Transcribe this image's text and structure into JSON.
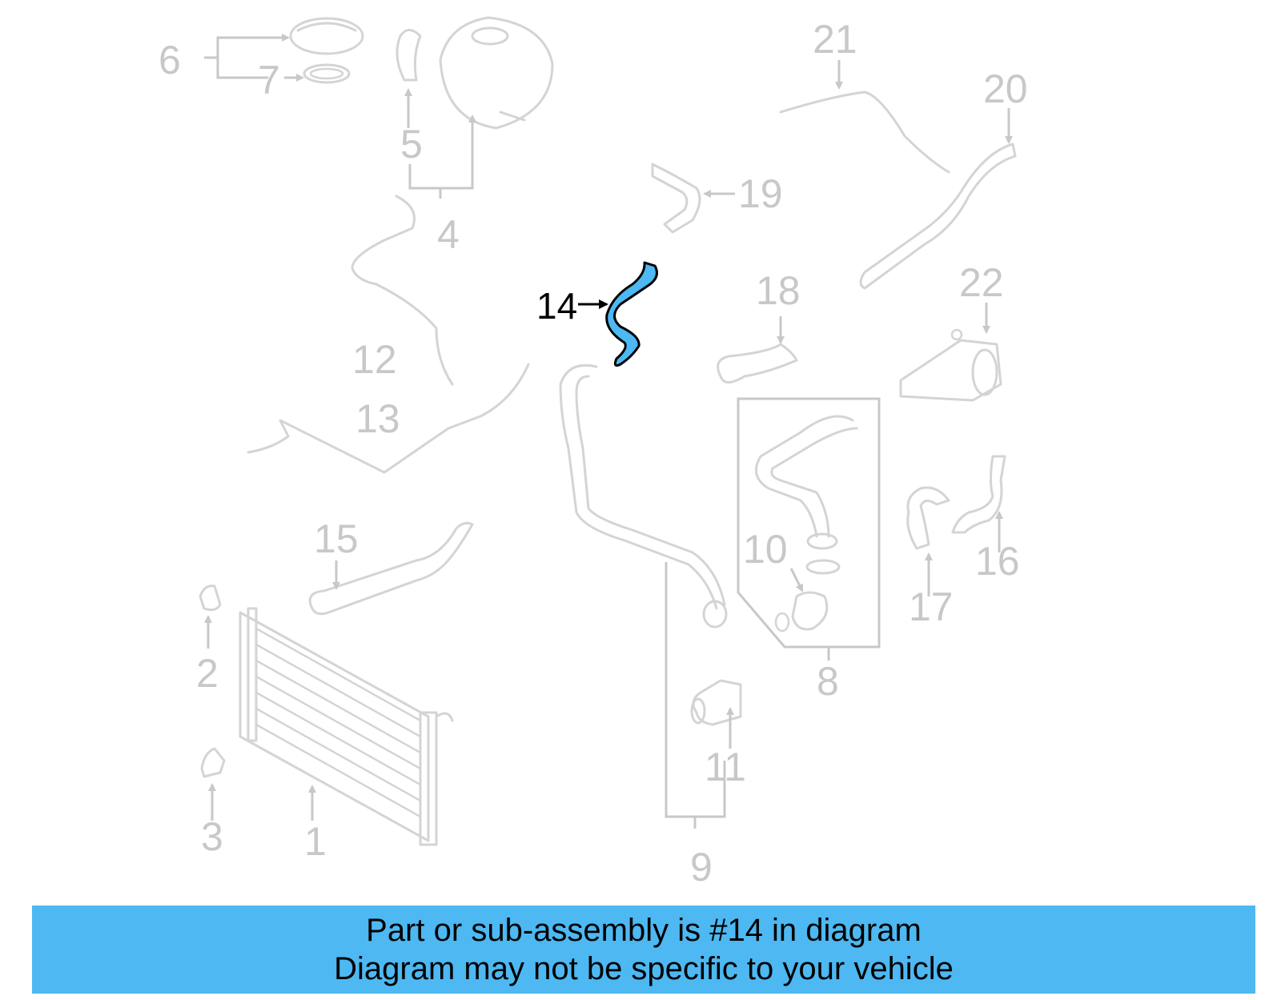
{
  "diagram": {
    "highlight_color": "#4db8f2",
    "faded_color": "#c8c8c8",
    "highlighted_part": "14",
    "callouts": [
      "1",
      "2",
      "3",
      "4",
      "5",
      "6",
      "7",
      "8",
      "9",
      "10",
      "11",
      "12",
      "13",
      "14",
      "15",
      "16",
      "17",
      "18",
      "19",
      "20",
      "21",
      "22"
    ]
  },
  "banner": {
    "line1": "Part or sub-assembly is #14 in diagram",
    "line2": "Diagram may not be specific to your vehicle"
  }
}
